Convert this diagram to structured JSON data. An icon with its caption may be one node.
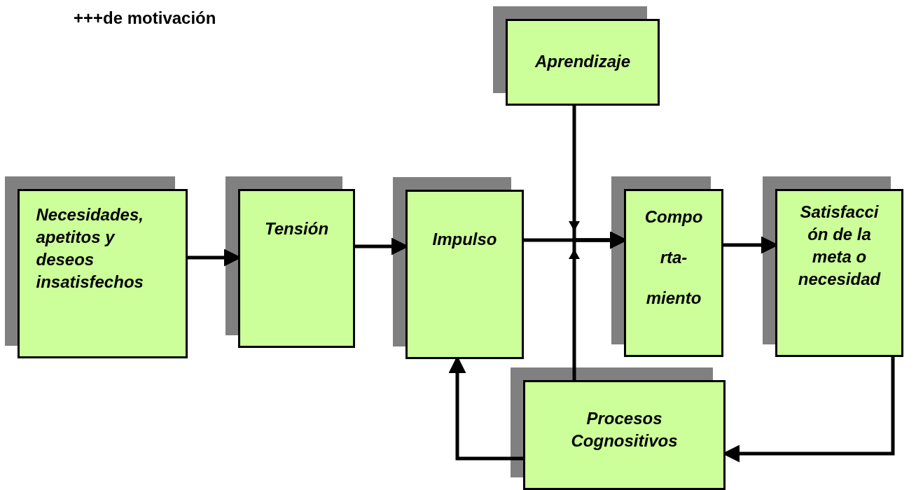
{
  "diagram": {
    "title": "+++de motivación",
    "nodes": [
      {
        "text": [
          "Necesidades, apetitos y deseos insatisfechos"
        ]
      },
      {
        "text": [
          "Tensión"
        ]
      },
      {
        "text": [
          "Impulso"
        ]
      },
      {
        "text": [
          "Aprendizaje"
        ]
      },
      {
        "text": [
          "Compo rta- miento"
        ]
      },
      {
        "text": [
          "Satisfacci ón de la meta o necesidad"
        ]
      },
      {
        "text": [
          "Procesos Cognositivos"
        ]
      }
    ],
    "edges": [
      {
        "from": 0,
        "to": 1,
        "arrow": "to"
      },
      {
        "from": 1,
        "to": 2,
        "arrow": "to"
      },
      {
        "from": 2,
        "to": 4,
        "arrow": "to"
      },
      {
        "from": 3,
        "to": 4,
        "arrow": "to"
      },
      {
        "from": 6,
        "to": 4,
        "arrow": "to"
      },
      {
        "from": 4,
        "to": 5,
        "arrow": "to"
      },
      {
        "from": 5,
        "to": 6,
        "arrow": "to"
      },
      {
        "from": 6,
        "to": 2,
        "arrow": "to"
      }
    ]
  }
}
